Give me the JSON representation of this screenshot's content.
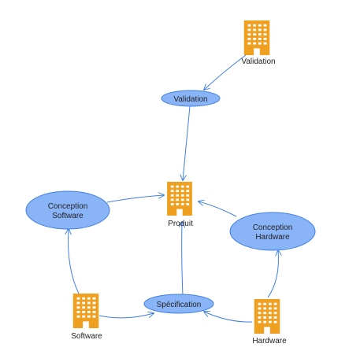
{
  "diagram": {
    "nodes": {
      "validation_actor": {
        "label": "Validation",
        "kind": "building"
      },
      "validation_process": {
        "label": "Validation",
        "kind": "process"
      },
      "produit": {
        "label": "Produit",
        "kind": "building"
      },
      "conception_software": {
        "label_line1": "Conception",
        "label_line2": "Software",
        "kind": "process"
      },
      "conception_hardware": {
        "label_line1": "Conception",
        "label_line2": "Hardware",
        "kind": "process"
      },
      "specification": {
        "label": "Spécification",
        "kind": "process"
      },
      "software": {
        "label": "Software",
        "kind": "building"
      },
      "hardware": {
        "label": "Hardware",
        "kind": "building"
      }
    },
    "edges": [
      {
        "from": "validation_actor",
        "to": "validation_process"
      },
      {
        "from": "validation_process",
        "to": "produit"
      },
      {
        "from": "conception_software",
        "to": "produit"
      },
      {
        "from": "conception_hardware",
        "to": "produit"
      },
      {
        "from": "specification",
        "to": "produit"
      },
      {
        "from": "software",
        "to": "conception_software"
      },
      {
        "from": "software",
        "to": "specification"
      },
      {
        "from": "hardware",
        "to": "specification"
      },
      {
        "from": "hardware",
        "to": "conception_hardware"
      }
    ],
    "colors": {
      "building_fill": "#f0a020",
      "building_window": "#ffffff",
      "process_fill": "#8ab4f8",
      "edge_stroke": "#3f7fe0",
      "text": "#222222"
    },
    "icons": {
      "building": "building-icon"
    }
  }
}
